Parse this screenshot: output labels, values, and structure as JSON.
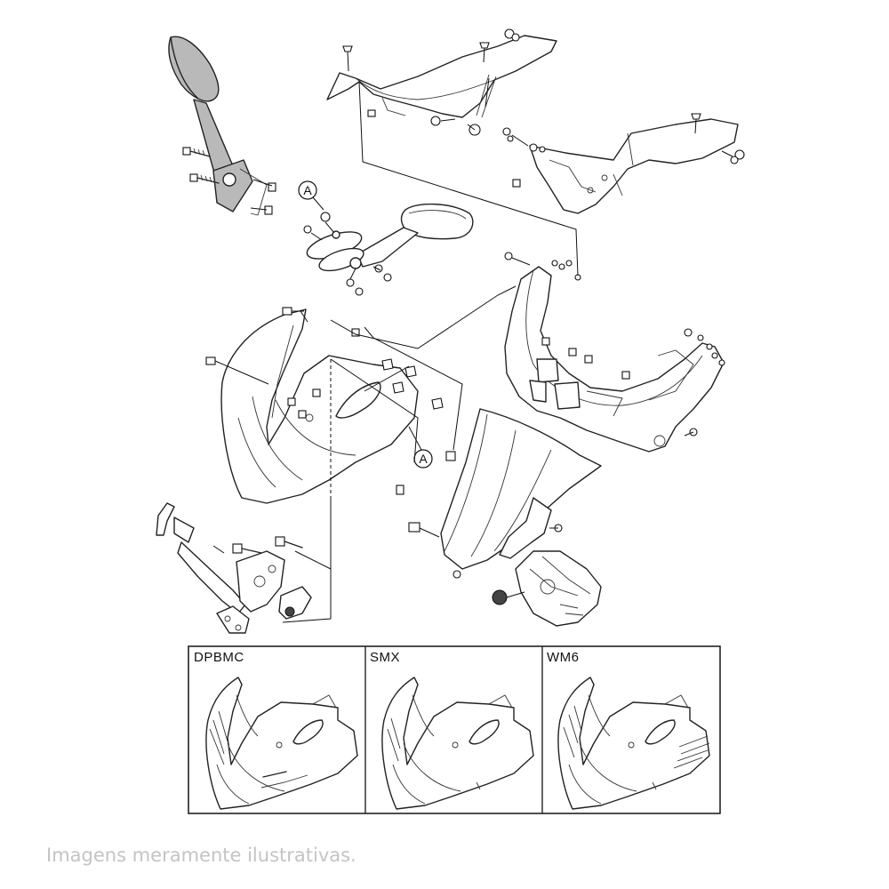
{
  "callouts": {
    "marker_a_top": "A",
    "marker_a_bottom": "A"
  },
  "variants": [
    {
      "label": "DPBMC"
    },
    {
      "label": "SMX"
    },
    {
      "label": "WM6"
    }
  ],
  "footer": {
    "note": "Imagens meramente ilustrativas."
  },
  "colors": {
    "line": "#222222",
    "mirror_fill": "#b9b9b9",
    "footer_text": "#c4c4c4"
  }
}
